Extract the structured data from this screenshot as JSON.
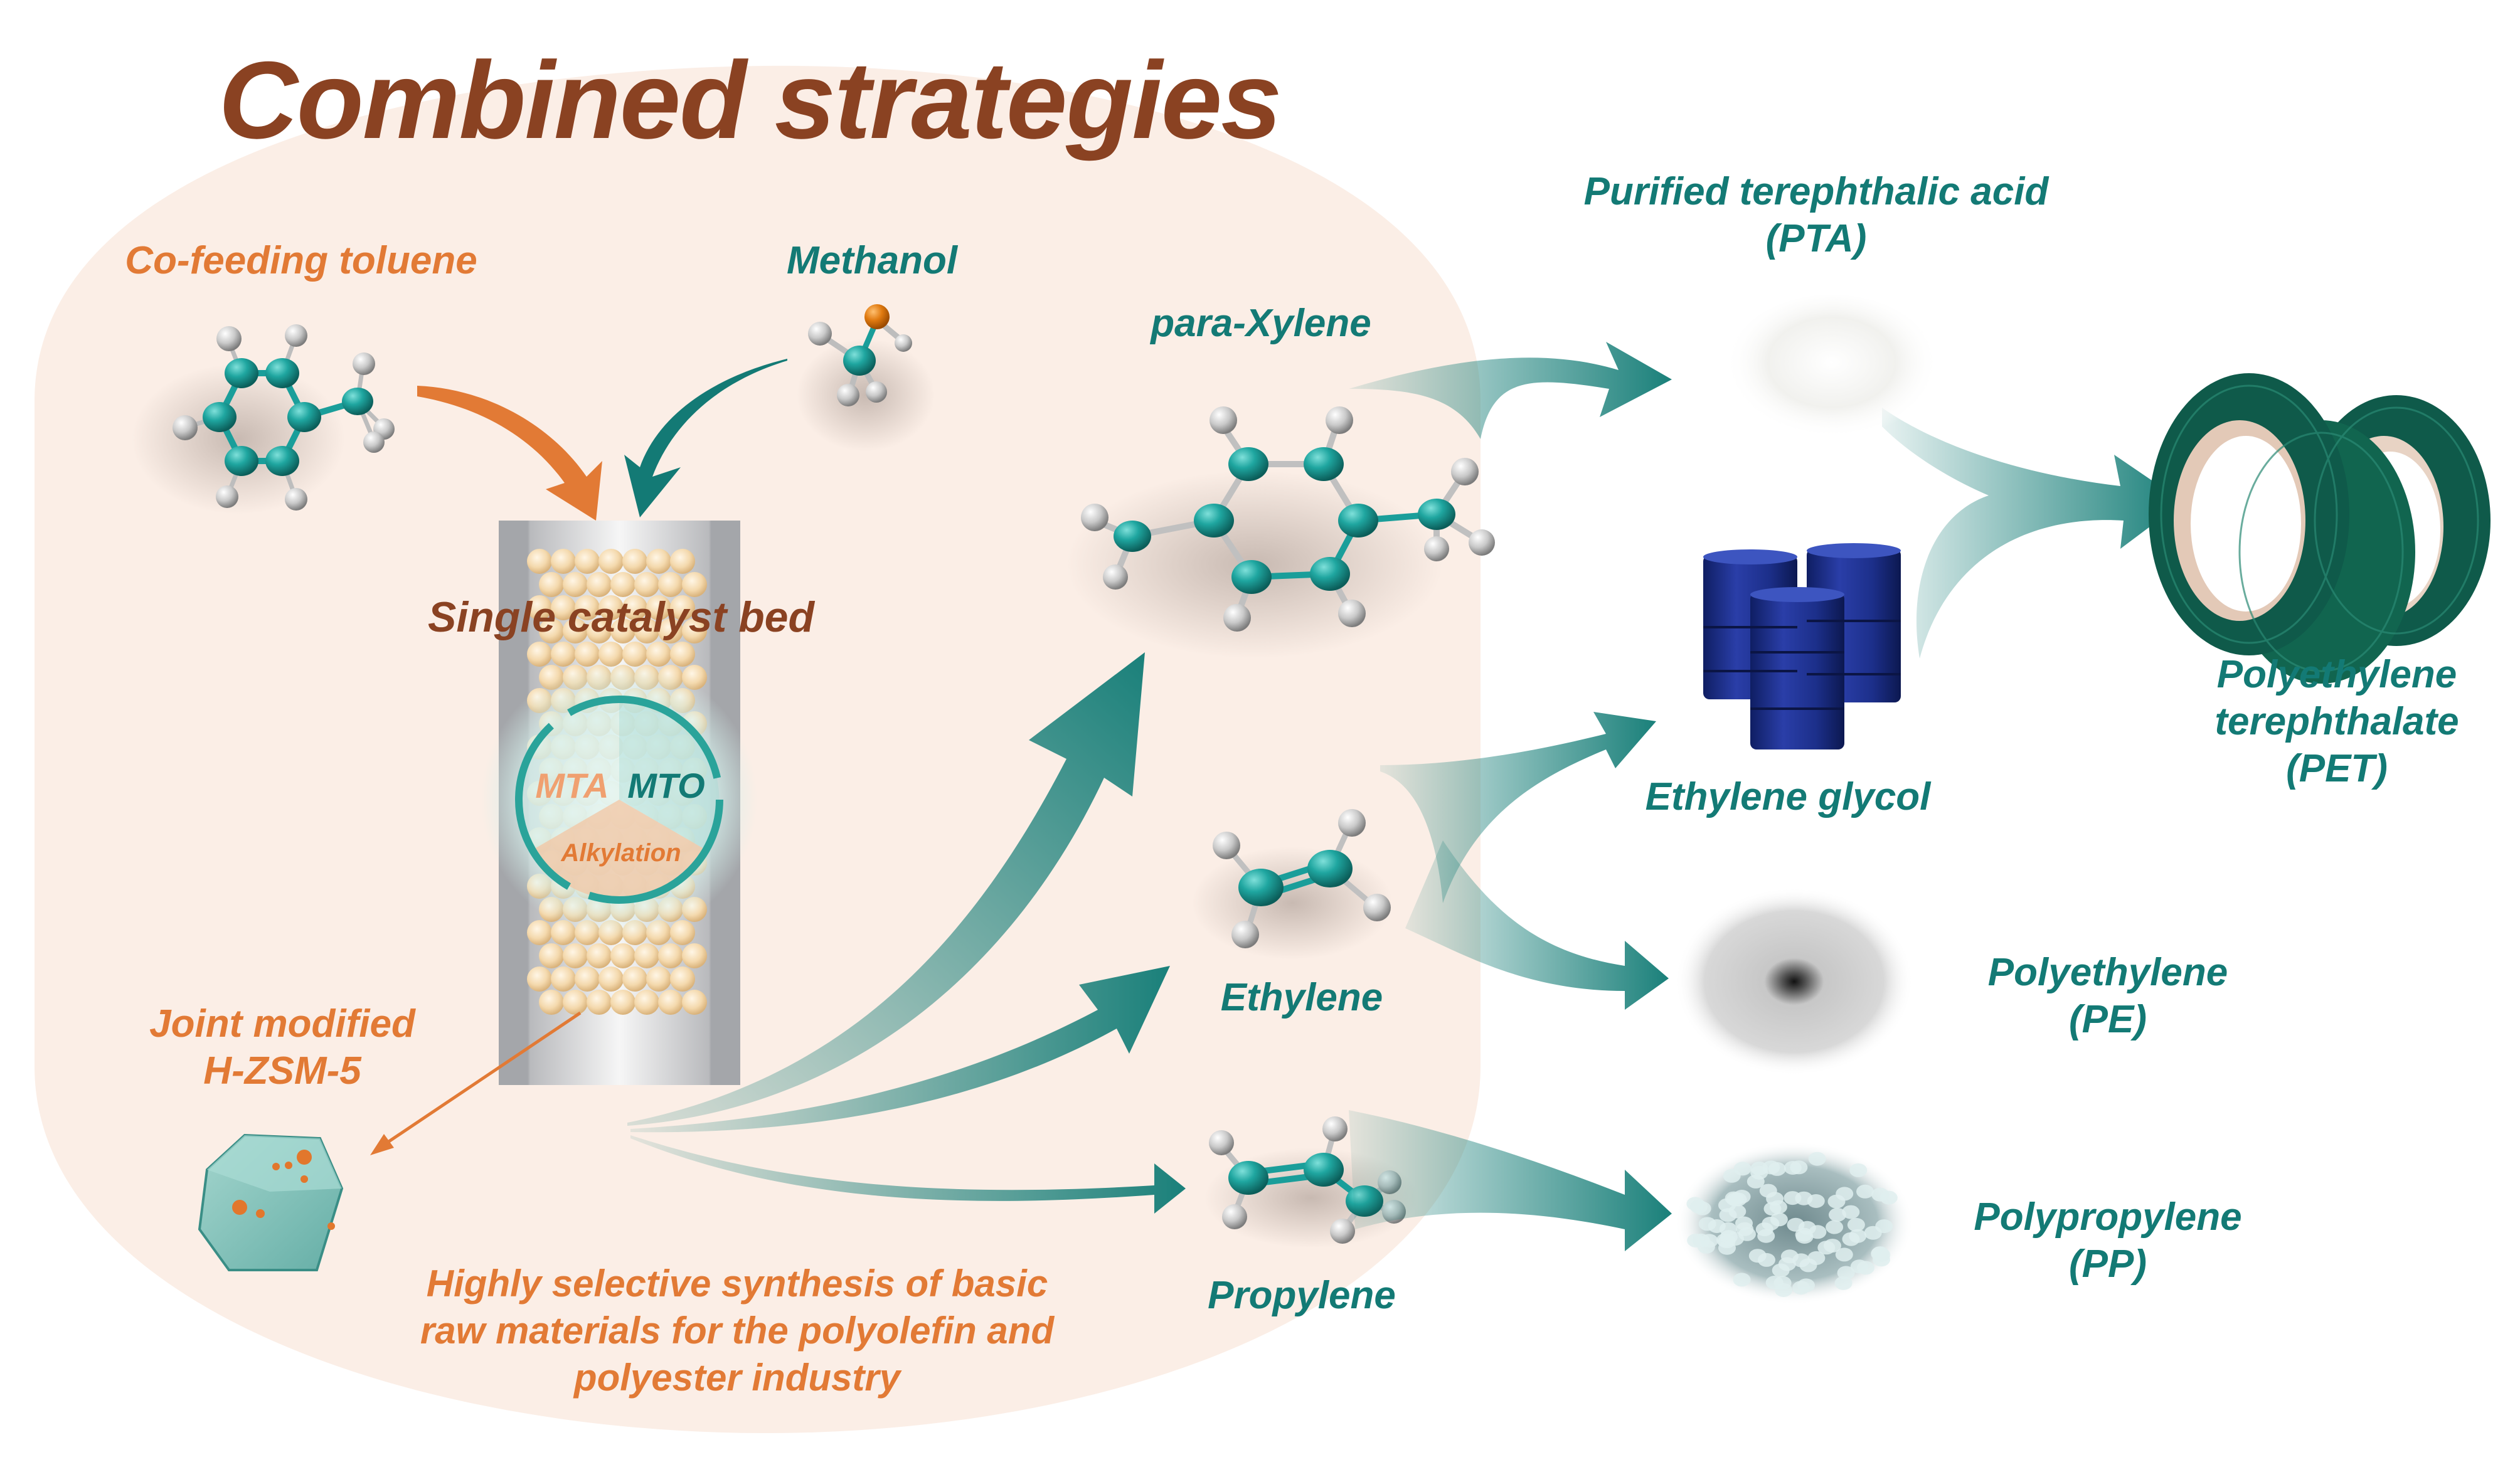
{
  "title": "Combined strategies",
  "inputs": {
    "toluene_label": "Co-feeding toluene",
    "methanol_label": "Methanol"
  },
  "reactor": {
    "label": "Single catalyst bed",
    "cycle": {
      "segments": [
        "MTA",
        "MTO",
        "Alkylation"
      ]
    }
  },
  "catalyst": {
    "label_line1": "Joint modified",
    "label_line2": "H-ZSM-5"
  },
  "summary": {
    "line1": "Highly selective synthesis of basic",
    "line2": "raw materials for the polyolefin and",
    "line3": "polyester industry"
  },
  "intermediates": [
    {
      "id": "pxylene",
      "label": "para-Xylene"
    },
    {
      "id": "ethylene",
      "label": "Ethylene"
    },
    {
      "id": "propylene",
      "label": "Propylene"
    }
  ],
  "products": {
    "pta": {
      "line1": "Purified terephthalic acid",
      "line2": "(PTA)"
    },
    "eg": {
      "line1": "Ethylene glycol"
    },
    "pet": {
      "line1": "Polyethylene",
      "line2": "terephthalate",
      "line3": "(PET)"
    },
    "pe": {
      "line1": "Polyethylene",
      "line2": "(PE)"
    },
    "pp": {
      "line1": "Polypropylene",
      "line2": "(PP)"
    }
  },
  "colors": {
    "teal": "#137a75",
    "orange": "#e27a35",
    "brown": "#8a4222",
    "background_blob": "#fbeee6",
    "carbon_atom": "#1a9e9a",
    "hydrogen_atom": "#c8c8c8",
    "oxygen_atom": "#e07a10",
    "drum_blue": "#1c2f8a",
    "pet_green": "#0f5a4a"
  }
}
